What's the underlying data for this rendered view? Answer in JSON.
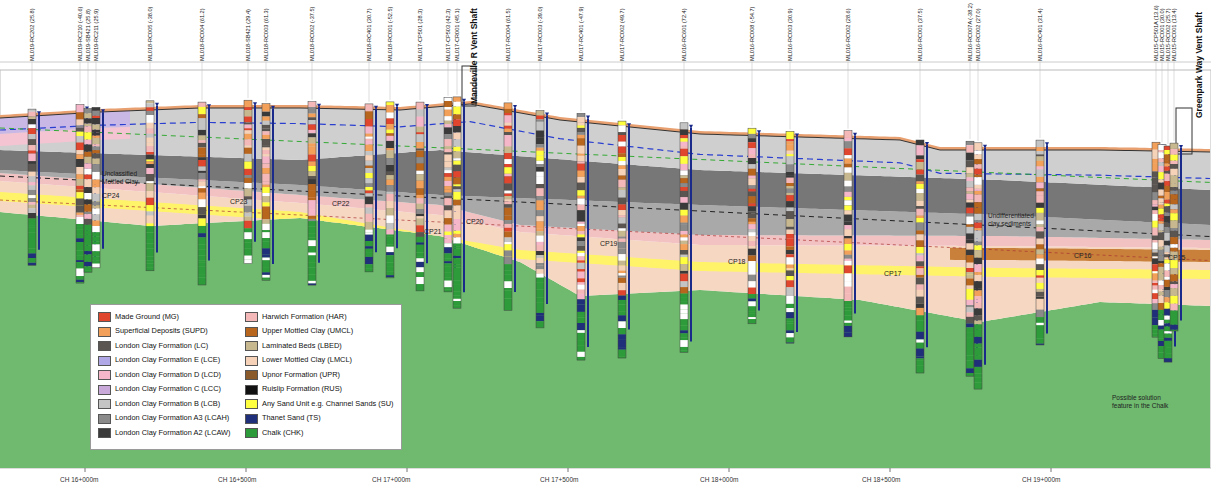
{
  "diagram": {
    "labels": [
      "ML019-RC202 (25.8)",
      "ML019-RC210 (-40.6)",
      "ML019-SB421 (25.8)",
      "ML019-RC211 (25.9)",
      "ML018-RC005 (-38.0)",
      "ML018-RC004 (61.2)",
      "ML018-SB421 (29.4)",
      "ML018-RC003 (61.3)",
      "ML018-RC002 (-37.5)",
      "ML018-RC401 (30.7)",
      "ML018-RC001 (-52.5)",
      "ML017-CP501 (28.3)",
      "ML017-CP503 (42.3)",
      "ML017-CR001 (45.1)",
      "ML017-RC004 (61.5)",
      "ML017-RC003 (-39.0)",
      "ML017-RC401 (-47.9)",
      "ML017-RC002 (49.7)",
      "ML016-RC601 (72.4)",
      "ML016-RC008 (-54.7)",
      "ML016-RC003 (30.9)",
      "ML016-RC002 (28.6)",
      "ML016-RC001 (37.5)",
      "ML016-RC007A (-38.2)",
      "ML016-RC002 (27.0)",
      "ML016-RC401 (31.4)",
      "ML015-CP501A (13.6)",
      "ML015-RC001 (30.0)",
      "ML015-RC002 (25.7)",
      "ML015-RC001 (13.4)",
      "Mandeville R Vent Shaft",
      "Greenpark Way Vent Shaft",
      "CP24",
      "CP23",
      "CP22",
      "CP21",
      "CP20",
      "CP19",
      "CP18",
      "CP17",
      "CP16",
      "CP15",
      "Unclassified Mottled Clay",
      "Undifferentiated clay sediments",
      "Possible solution feature in the Chalk",
      "CH 16+000m",
      "CH 16+500m",
      "CH 17+000m",
      "CH 17+500m",
      "CH 18+000m",
      "CH 18+500m",
      "CH 19+000m"
    ],
    "legend": [
      {
        "text": "Made Ground (MG)",
        "color": "#e0462e"
      },
      {
        "text": "Superficial Deposits (SUPD)",
        "color": "#f2a05a"
      },
      {
        "text": "London Clay Formation (LC)",
        "color": "#5a5550"
      },
      {
        "text": "London Clay Formation E (LCE)",
        "color": "#b0a8e6"
      },
      {
        "text": "London Clay Formation D (LCD)",
        "color": "#f4b6c8"
      },
      {
        "text": "London Clay Formation C (LCC)",
        "color": "#c9a8da"
      },
      {
        "text": "London Clay Formation B (LCB)",
        "color": "#c4c4c4"
      },
      {
        "text": "London Clay Formation A3 (LCAH)",
        "color": "#8a8a8a"
      },
      {
        "text": "London Clay Formation A2 (LCAW)",
        "color": "#3a3a3a"
      },
      {
        "text": "Harwich Formation (HAR)",
        "color": "#f4b8b8"
      },
      {
        "text": "Upper Mottled Clay (UMCL)",
        "color": "#b8651e"
      },
      {
        "text": "Laminated Beds (LBED)",
        "color": "#c8b890"
      },
      {
        "text": "Lower Mottled Clay (LMCL)",
        "color": "#f6d2b8"
      },
      {
        "text": "Upnor Formation (UPR)",
        "color": "#8b5a2b"
      },
      {
        "text": "Ruislip Formation (RUS)",
        "color": "#111111"
      },
      {
        "text": "Any Sand Unit e.g. Channel Sands (SU)",
        "color": "#ffff40"
      },
      {
        "text": "Thanet Sand (TS)",
        "color": "#1f2f7a"
      },
      {
        "text": "Chalk (CHK)",
        "color": "#2e9b3a"
      }
    ]
  }
}
